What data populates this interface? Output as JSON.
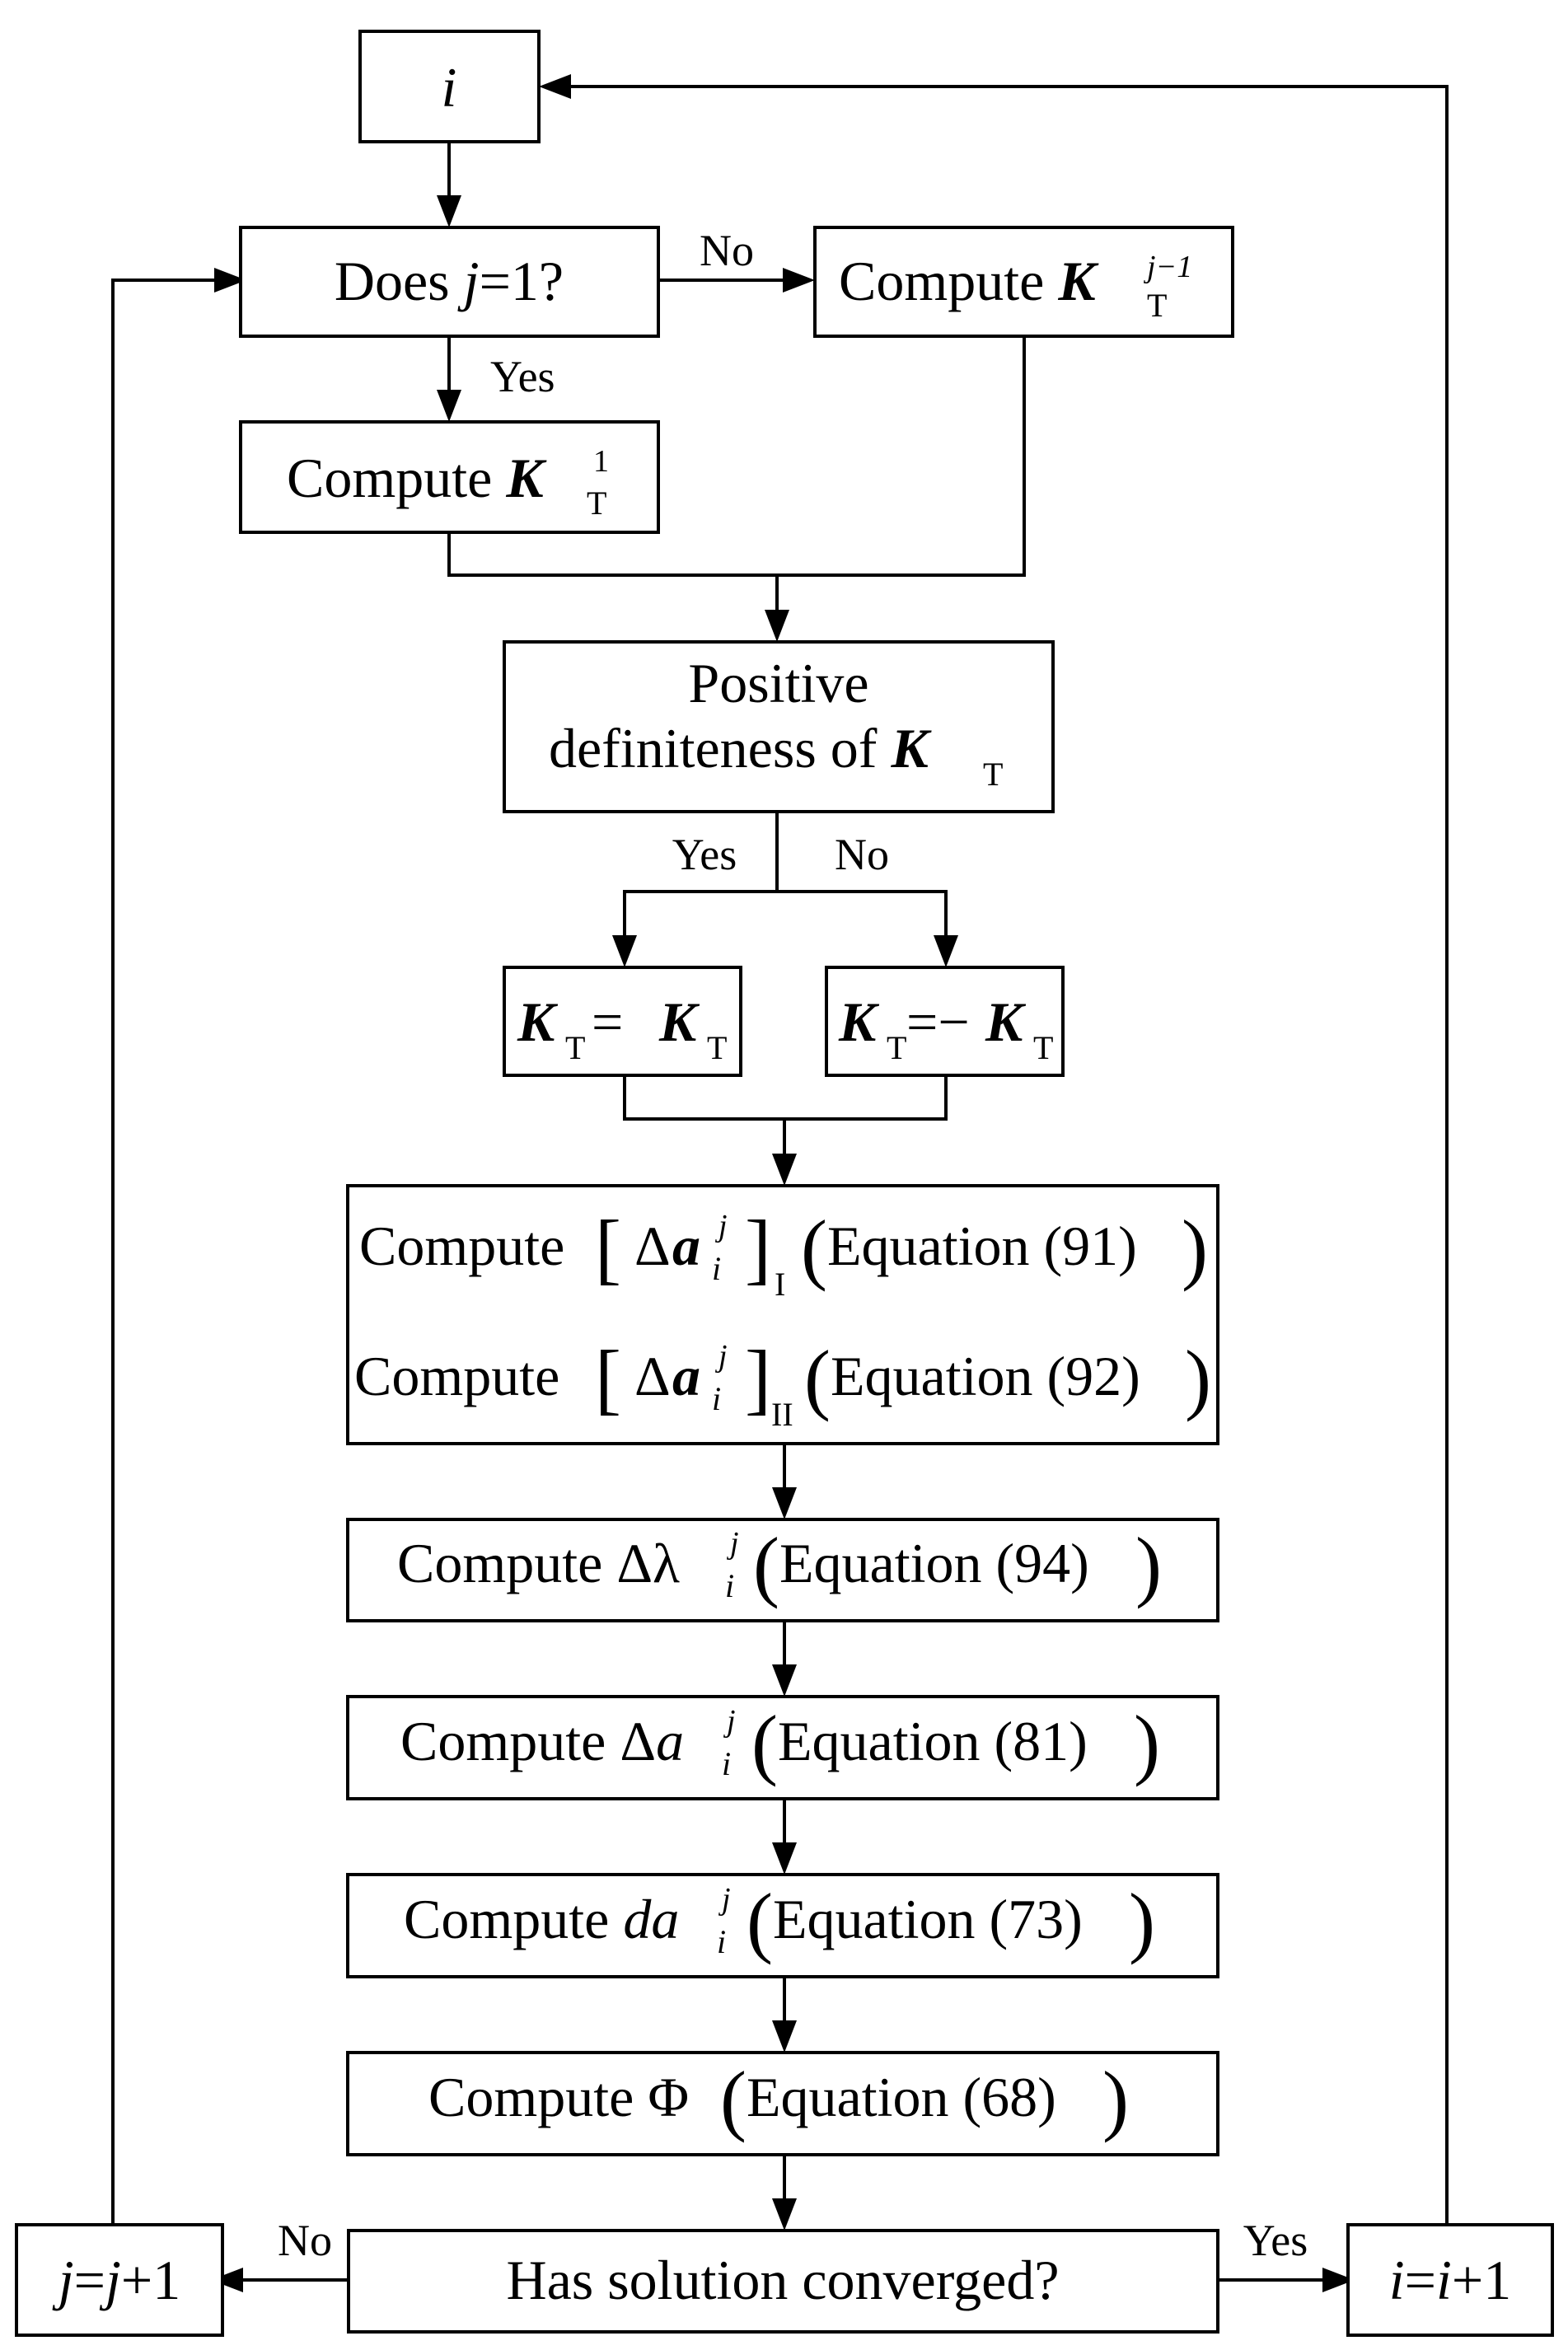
{
  "diagram": {
    "nodes": {
      "start": {
        "var": "i"
      },
      "decision_j": {
        "pre": "Does ",
        "var": "j",
        "post": "=1?"
      },
      "compute_kt1": {
        "pre": "Compute ",
        "K": "K",
        "sub": "T",
        "sup": "1"
      },
      "compute_ktj": {
        "pre": "Compute ",
        "K": "K",
        "sub": "T",
        "sup": "j−1"
      },
      "posdef": {
        "line1": "Positive",
        "line2_pre": "definiteness of ",
        "K": "K",
        "sub": "T"
      },
      "kt_pos": {
        "K1": "K",
        "sub1": "T",
        "op": " = ",
        "K2": "K",
        "sub2": "T"
      },
      "kt_neg": {
        "K1": "K",
        "sub1": "T",
        "op": " =−",
        "K2": "K",
        "sub2": "T"
      },
      "compute_da_pair": {
        "row1": {
          "pre": "Compute",
          "delta": "Δ",
          "a": "a",
          "sub": "i",
          "sup": "j",
          "idx": "I",
          "eq": "Equation (91)"
        },
        "row2": {
          "pre": "Compute",
          "delta": "Δ",
          "a": "a",
          "sub": "i",
          "sup": "j",
          "idx": "II",
          "eq": "Equation (92)"
        }
      },
      "compute_dlambda": {
        "pre": "Compute ",
        "sym": "Δλ",
        "sub": "i",
        "sup": "j",
        "eq": "Equation (94)"
      },
      "compute_Da": {
        "pre": "Compute ",
        "sym": "Δ",
        "var": "a",
        "sub": "i",
        "sup": "j",
        "eq": "Equation (81)"
      },
      "compute_da": {
        "pre": "Compute ",
        "var": "da",
        "sub": "i",
        "sup": "j",
        "eq": "Equation (73)"
      },
      "compute_phi": {
        "pre": "Compute ",
        "sym": "Φ",
        "eq": "Equation (68)"
      },
      "converged": {
        "text": "Has solution converged?"
      },
      "j_inc": {
        "v1": "j",
        "eq": "=",
        "v2": "j",
        "plus": "+1"
      },
      "i_inc": {
        "v1": "i",
        "eq": "=",
        "v2": "i",
        "plus": "+1"
      }
    },
    "edge_labels": {
      "decision_no": "No",
      "decision_yes": "Yes",
      "posdef_yes": "Yes",
      "posdef_no": "No",
      "converged_no": "No",
      "converged_yes": "Yes"
    }
  }
}
